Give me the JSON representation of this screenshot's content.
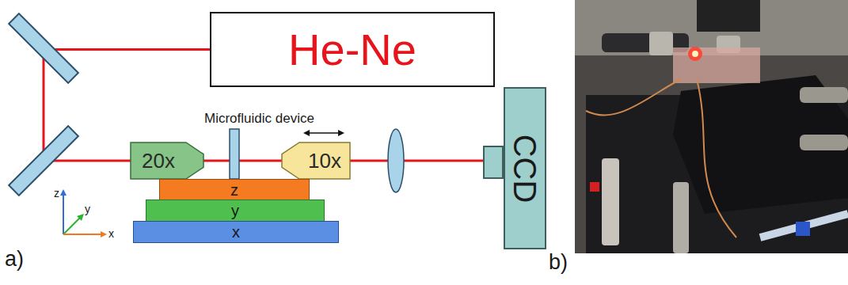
{
  "diagram": {
    "nodes": [
      {
        "text": [
          "He-Ne"
        ]
      },
      {
        "text": [
          "20x"
        ]
      },
      {
        "text": [
          "10x"
        ]
      },
      {
        "text": [
          "CCD"
        ]
      },
      {
        "text": [
          "z"
        ]
      },
      {
        "text": [
          "y"
        ]
      },
      {
        "text": [
          "x"
        ]
      }
    ],
    "edges": [
      {
        "from": 0,
        "to": 1,
        "arrow": "none"
      },
      {
        "from": 1,
        "to": 2,
        "arrow": "none"
      },
      {
        "from": 2,
        "to": 3,
        "arrow": "none"
      }
    ],
    "labels": [
      "Microfluidic device",
      "z",
      "y",
      "x",
      "a)",
      "b)"
    ]
  }
}
